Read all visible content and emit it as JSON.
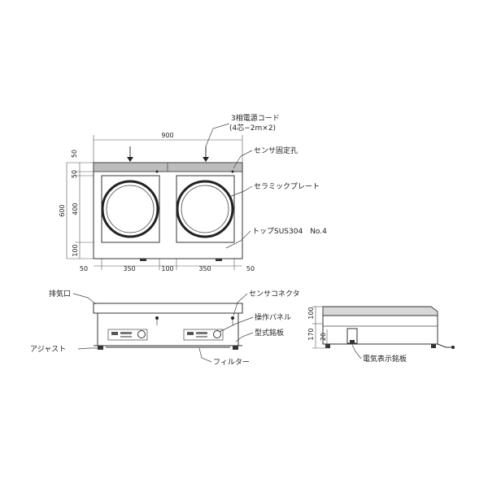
{
  "labels": {
    "power_cord_line1": "3相電源コード",
    "power_cord_line2": "(4芯−2m×2)",
    "sensor_fixing_hole": "センサ固定孔",
    "ceramic_plate": "セラミックプレート",
    "top_material": "トップSUS304　No.4",
    "exhaust_port": "排気口",
    "sensor_connector": "センサコネクタ",
    "control_panel": "操作パネル",
    "model_nameplate": "型式銘板",
    "adjuster": "アジャスト",
    "filter": "フィルター",
    "electrical_nameplate": "電気表示銘板"
  },
  "dimensions": {
    "width_total": "900",
    "depth_total": "600",
    "depth_back": "50",
    "depth_sensor": "50",
    "depth_plate": "400",
    "depth_front": "100",
    "width_left": "50",
    "width_plate_left": "350",
    "width_middle": "100",
    "width_plate_right": "350",
    "width_right": "50",
    "height_top": "100",
    "height_body": "170",
    "height_leg": "20"
  }
}
